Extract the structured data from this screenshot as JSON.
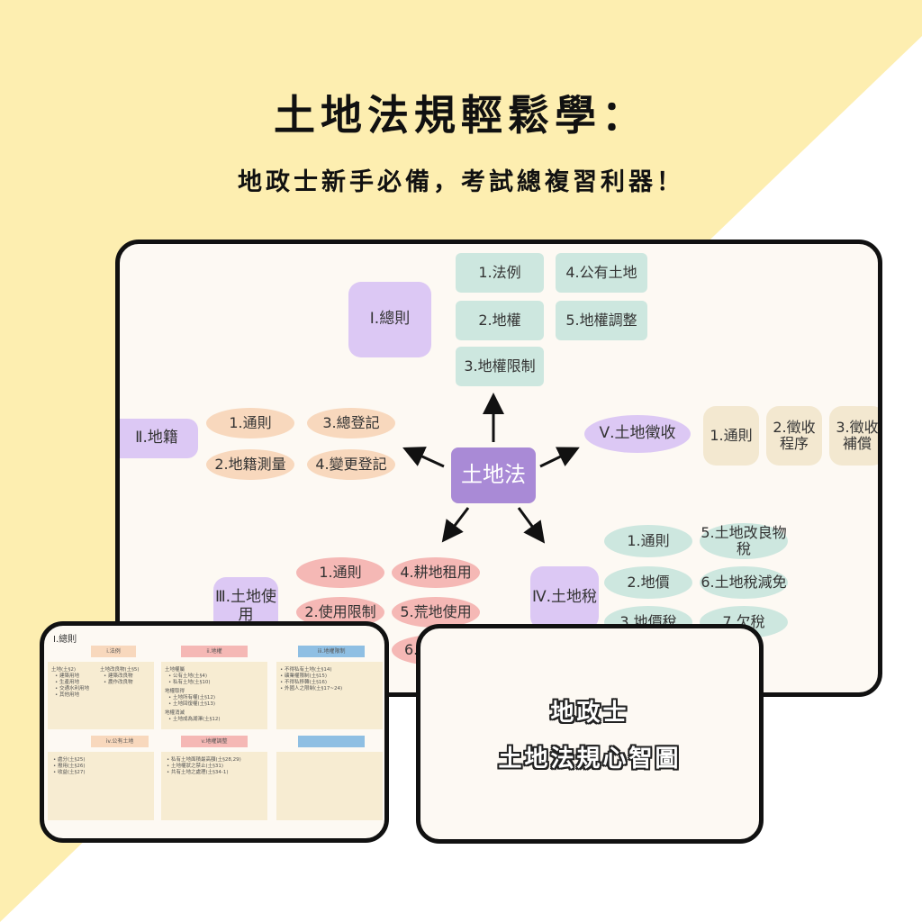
{
  "header": {
    "title": "土地法規輕鬆學：",
    "subtitle": "地政士新手必備，考試總複習利器！"
  },
  "colors": {
    "background_yellow": "#fdeeb0",
    "center": "#a98ad6",
    "teal": "#cde7df",
    "purple": "#dcc8f4",
    "peach": "#f8d8bd",
    "pink": "#f5b8b5",
    "beige": "#f3e8d0"
  },
  "mindmap": {
    "center": "土地法",
    "branch1": {
      "label": "Ⅰ.總則",
      "items": [
        "1.法例",
        "2.地權",
        "3.地權限制",
        "4.公有土地",
        "5.地權調整"
      ]
    },
    "branch2": {
      "label": "Ⅱ.地籍",
      "items": [
        "1.通則",
        "2.地籍測量",
        "3.總登記",
        "4.變更登記"
      ]
    },
    "branch3": {
      "label": "Ⅲ.土地使用",
      "items": [
        "1.通則",
        "2.使用限制",
        "4.耕地租用",
        "5.荒地使用",
        "6."
      ]
    },
    "branch4": {
      "label": "Ⅳ.土地稅",
      "items": [
        "1.通則",
        "2.地價",
        "3.地價稅",
        "5.土地改良物稅",
        "6.土地稅減免",
        "7.欠稅"
      ]
    },
    "branch5": {
      "label": "Ⅴ.土地徵收",
      "items": [
        "1.通則",
        "2.徵收程序",
        "3.徵收補償"
      ]
    }
  },
  "mini_table": {
    "title": "Ⅰ.總則",
    "headers": [
      "i.法例",
      "ii.地權",
      "iii.地權限制",
      "iv.公有土地",
      "v.地權調整",
      ""
    ],
    "col1": [
      "土地(土§2)",
      "• 建築用地",
      "• 生產用地",
      "• 交通水利用地",
      "• 其他用地",
      "土地改良物(土§5)",
      "• 建築改良物",
      "• 農作改良物"
    ],
    "col2": [
      "土地權屬",
      "• 公有土地(土§4)",
      "• 私有土地(土§10)",
      "地權取得",
      "• 土地所有權(土§12)",
      "• 土地回復權(土§13)",
      "地權消滅",
      "• 土地成為湖澤(土§12)"
    ],
    "col3": [
      "• 不得私有土地(土§14)",
      "• 礦業權限制(土§15)",
      "• 不得私移轉(土§16)",
      "• 外國人之限制(土§17~24)"
    ],
    "col4": [
      "• 處分(土§25)",
      "• 撥用(土§26)",
      "• 收益(土§27)"
    ],
    "col5": [
      "• 私有土地面積最高額(土§28,29)",
      "• 土地權狀之禁止(土§31)",
      "• 共有土地之處理(土§34-1)"
    ]
  },
  "label_card": {
    "line1": "地政士",
    "line2": "土地法規心智圖"
  }
}
